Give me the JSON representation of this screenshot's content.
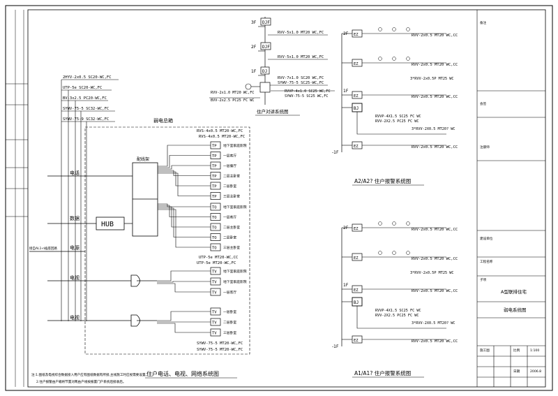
{
  "left_cables": [
    "2HYV-2x0.5 SC20-WC,FC",
    "UTP-5e SC20-WC,FC",
    "BV-3x2.5 PC20-WC,FC",
    "SYWV-75-5 SC32-WC,FC",
    "SYWV-75-9 SC32-WC,FC"
  ],
  "left_side": {
    "row_phone": "电话",
    "row_data": "数据",
    "row_power": "电源",
    "row_tv1": "电视",
    "row_tv2": "电视",
    "source": "接自AL1-n插座回路",
    "hub": "HUB",
    "distribution_box": "弱电总箱",
    "patch_panel": "配线架"
  },
  "top_group_cables": [
    "RVS-4x0.5 MT20-WC,FC",
    "RVS-4x0.5 MT20-WC,FC"
  ],
  "phone_outlets": [
    {
      "code": "TP",
      "label": "地下室家庭影院"
    },
    {
      "code": "TP",
      "label": "一层客厅"
    },
    {
      "code": "TP",
      "label": "一层餐厅"
    },
    {
      "code": "TP",
      "label": "二层主卧室"
    },
    {
      "code": "TP",
      "label": "二层卧室"
    },
    {
      "code": "TP",
      "label": "三层主卧室"
    }
  ],
  "data_outlets": [
    {
      "code": "TO",
      "label": "地下室家庭影院"
    },
    {
      "code": "TO",
      "label": "一层客厅"
    },
    {
      "code": "TO",
      "label": "二层主卧室"
    },
    {
      "code": "TO",
      "label": "二层卧室"
    },
    {
      "code": "TO",
      "label": "三层主卧室"
    }
  ],
  "mid_group_cables": [
    "UTP-5e MT20-WC,CC",
    "UTP-5e MT20-WC,FC"
  ],
  "tv_outlets_1": [
    {
      "code": "TV",
      "label": "地下室家庭影院"
    },
    {
      "code": "TV",
      "label": "地下室家庭影院"
    },
    {
      "code": "TV",
      "label": "一层客厅"
    }
  ],
  "tv_outlets_2": [
    {
      "code": "TV",
      "label": "一层卧室"
    },
    {
      "code": "TV",
      "label": "二层卧室"
    },
    {
      "code": "TV",
      "label": "三层卧室"
    }
  ],
  "bottom_group_cables": [
    "SYWV-75-5 MT20-WC,FC",
    "SYWV-75-5 MT20-WC,FC"
  ],
  "intercom": {
    "floors": [
      "3F",
      "2F",
      "1F"
    ],
    "boxes": [
      "DJF",
      "DJF",
      "DJ"
    ],
    "cable_3f": "RVV-5x1.0 MT20 WC,FC",
    "cable_2f": "RVV-5x1.0 MT20 WC,FC",
    "cable_1f_a": "RVV-7x1.0 SC20 WC,FC",
    "cable_1f_b": "SYWV-75-5 SC25-WC,FC",
    "cable_l1": "RVV-2x1.0 MT20 WC,FC",
    "cable_l2": "BVV-2x2.5 PC25 FC WC",
    "cable_r1": "RVVP-4x1.0 SC25 WC,FC",
    "cable_r2": "SYWV-75-5 SC25 WC,FC",
    "title": "住户对讲系统图"
  },
  "alarm_a2": {
    "floors": [
      "2F",
      "1F",
      "-1F"
    ],
    "ez": "EZ",
    "bj": "BJ",
    "cable_ez": "RVV-2x0.5 MT20 WC,CC",
    "cable_mid": "3*RVV-2x0.5P MT25 WC",
    "cable_bj_1": "RVVP-4X1.5 SC25 FC WC",
    "cable_bj_2": "RVV-2X2.5 PC25 FC WC",
    "cable_bj_3": "3*RVV-2X0.5 MT20? WC",
    "title": "A2/A2? 住户报警系统图"
  },
  "alarm_a1": {
    "floors": [
      "2F",
      "1F",
      "-1F"
    ],
    "ez": "EZ",
    "bj": "BJ",
    "cable_ez": "RVV-2x0.5 MT20 WC,CC",
    "cable_mid": "3*RVV-2x0.5P MT25 WC",
    "cable_bj_1": "RVVP-4X1.5 SC25 FC WC",
    "cable_bj_2": "RVV-2X2.5 PC25 FC WC",
    "cable_bj_3": "3*RVV-2X0.5 MT20? WC",
    "title": "A1/A1? 住户报警系统图"
  },
  "main_title": "住户电话、电视、网络系统图",
  "notes": [
    "注:1.图纸及电视综合数据接入用户应有图纸数据有所接,主线施工时应视需要设置。",
    "2.住户报警由户箱将节置对两由户线按报置门户系统后接收后。"
  ],
  "title_block": {
    "r1": "备注",
    "r2": "会签",
    "r3": "注册师",
    "r4": "建设单位",
    "r5": "工程名称",
    "r6": "子项",
    "project": "A型联排住宅",
    "drawing": "弱电系统图",
    "stage": "施工图",
    "scale_label": "比例",
    "scale": "1:100",
    "date_label": "日期",
    "date": "2006.8"
  }
}
